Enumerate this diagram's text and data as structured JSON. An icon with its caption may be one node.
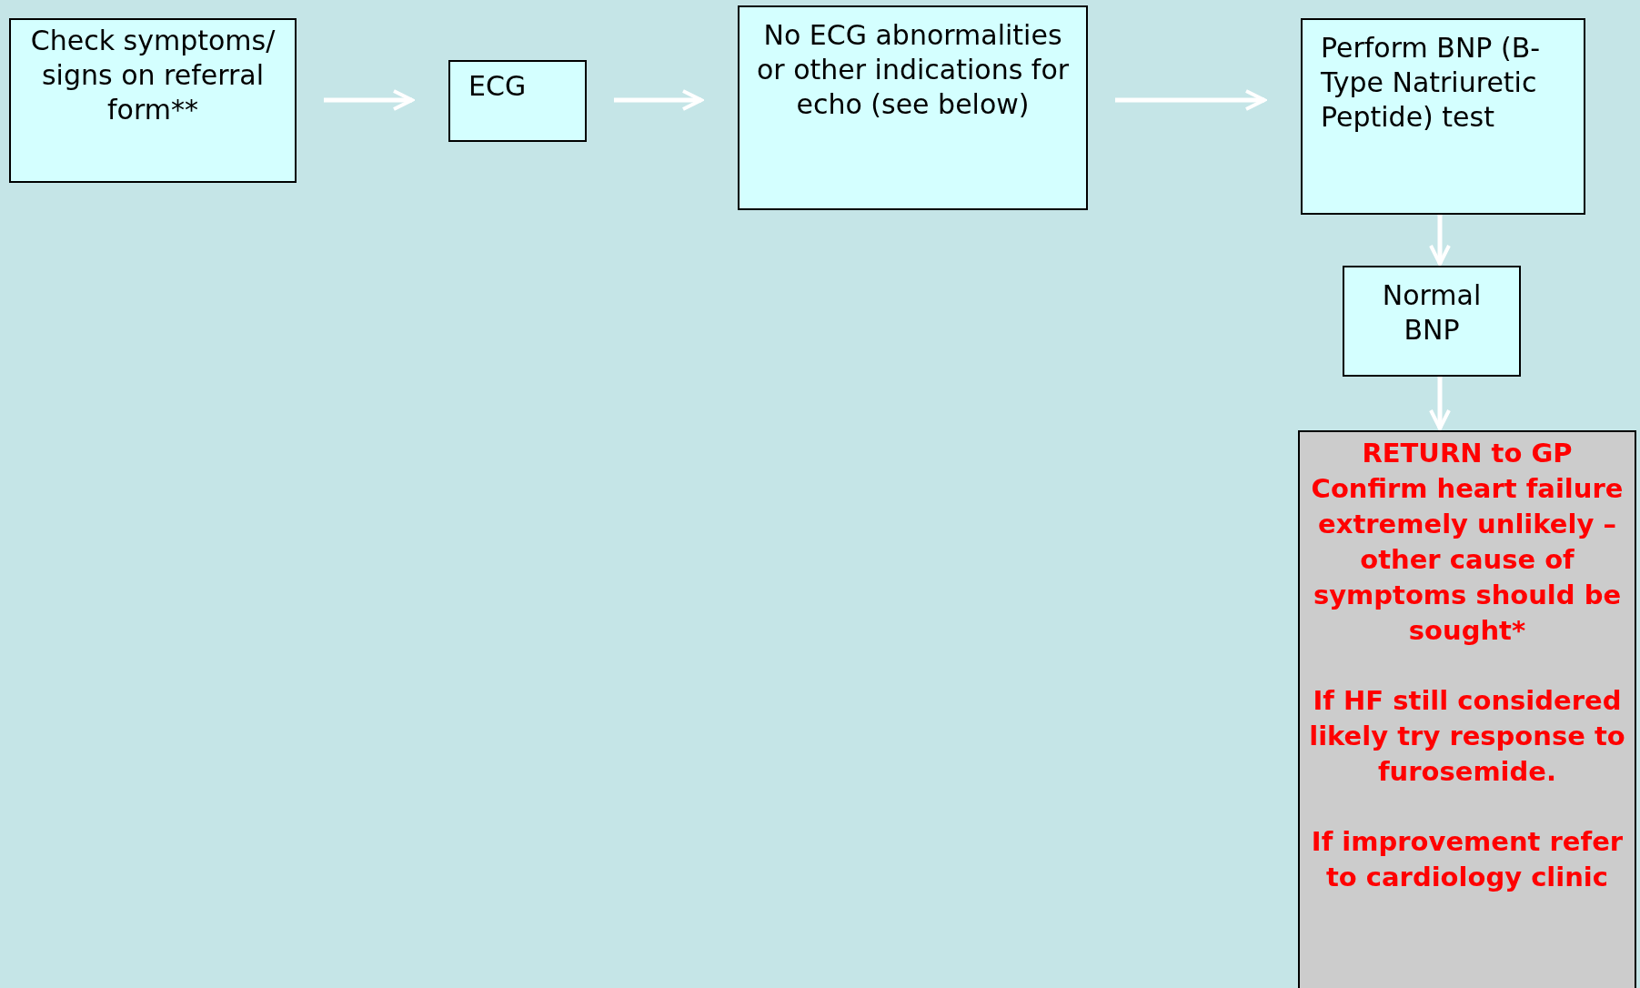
{
  "diagram": {
    "nodes": [
      {
        "text": [
          "Check symptoms/ signs on referral form**"
        ]
      },
      {
        "text": [
          "ECG"
        ]
      },
      {
        "text": [
          "No ECG abnormalities or other indications for echo (see below)"
        ]
      },
      {
        "text": [
          "Perform BNP (B-Type Natriuretic Peptide) test"
        ]
      },
      {
        "text": [
          "Normal BNP"
        ]
      },
      {
        "text": [
          "RETURN to GP Confirm heart failure extremely unlikely – other cause of symptoms should be sought*",
          "If HF still considered likely try response to furosemide.",
          "If improvement refer to cardiology clinic"
        ]
      }
    ],
    "edges": [
      {
        "from": 0,
        "to": 1,
        "arrow": "to"
      },
      {
        "from": 1,
        "to": 2,
        "arrow": "to"
      },
      {
        "from": 2,
        "to": 3,
        "arrow": "to"
      },
      {
        "from": 3,
        "to": 4,
        "arrow": "to"
      },
      {
        "from": 4,
        "to": 5,
        "arrow": "to"
      }
    ]
  }
}
